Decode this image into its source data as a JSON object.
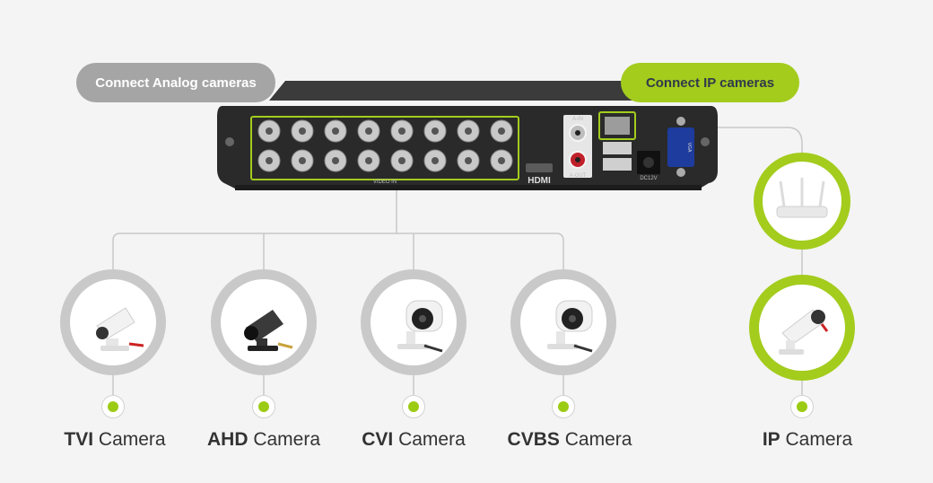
{
  "pills": {
    "analog": "Connect Analog cameras",
    "ip": "Connect IP cameras"
  },
  "dvr": {
    "port_labels": {
      "audio_in": "A-IN",
      "audio_out": "A-OUT",
      "hdmi": "HDMI",
      "video_in": "VIDEO IN",
      "dc": "DC12V",
      "vga": "VGA"
    }
  },
  "cameras": [
    {
      "bold": "TVI",
      "text": " Camera"
    },
    {
      "bold": "AHD",
      "text": " Camera"
    },
    {
      "bold": "CVI",
      "text": " Camera"
    },
    {
      "bold": "CVBS",
      "text": " Camera"
    },
    {
      "bold": "IP",
      "text": " Camera"
    }
  ],
  "colors": {
    "accent": "#a3cc1d",
    "gray": "#a5a5a5",
    "background": "#f4f4f4"
  }
}
